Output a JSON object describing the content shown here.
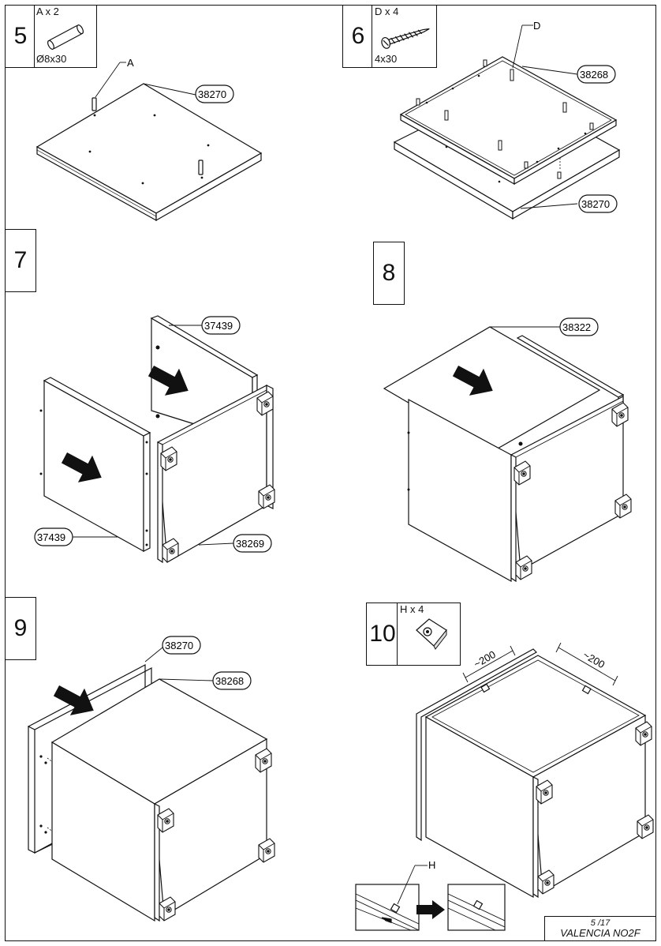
{
  "steps": [
    {
      "number": "5"
    },
    {
      "number": "6"
    },
    {
      "number": "7"
    },
    {
      "number": "8"
    },
    {
      "number": "9"
    },
    {
      "number": "10"
    }
  ],
  "hardware": {
    "A": {
      "qty": "A x 2",
      "size": "Ø8x30",
      "icon": "dowel-icon"
    },
    "D": {
      "qty": "D x 4",
      "size": "4x30",
      "icon": "screw-icon"
    },
    "H": {
      "qty": "H x 4",
      "icon": "corner-bracket-icon"
    }
  },
  "callouts": {
    "s5_part": "38270",
    "s5_letter": "A",
    "s6_top": "38268",
    "s6_bottom": "38270",
    "s6_letter": "D",
    "s7_back": "37439",
    "s7_left": "37439",
    "s7_side": "38269",
    "s8_top": "38322",
    "s9_back": "38270",
    "s9_panel": "38268",
    "s10_dim1": "~200",
    "s10_dim2": "~200",
    "s10_letter": "H"
  },
  "footer": {
    "page": "5 /17",
    "model": "VALENCIA NO2F"
  }
}
